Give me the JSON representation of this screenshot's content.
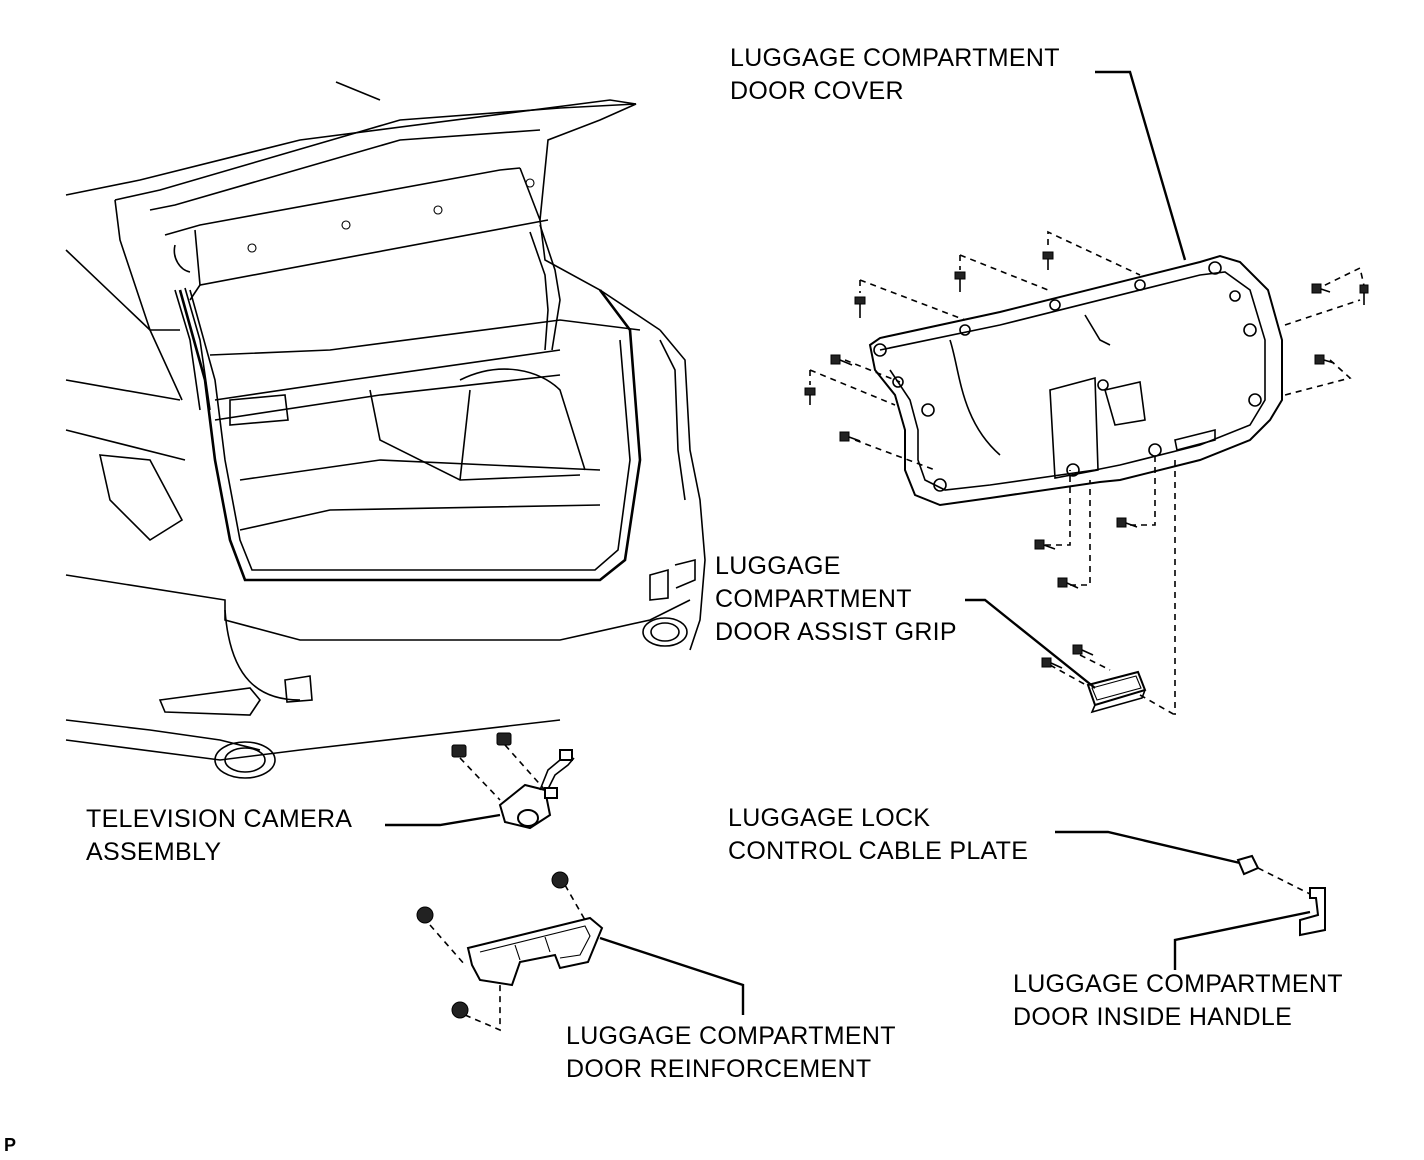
{
  "labels": {
    "door_cover": [
      "LUGGAGE COMPARTMENT",
      "DOOR COVER"
    ],
    "assist_grip": [
      "LUGGAGE",
      "COMPARTMENT",
      "DOOR ASSIST GRIP"
    ],
    "camera": [
      "TELEVISION CAMERA",
      "ASSEMBLY"
    ],
    "cable_plate": [
      "LUGGAGE LOCK",
      "CONTROL CABLE PLATE"
    ],
    "inside_handle": [
      "LUGGAGE COMPARTMENT",
      "DOOR INSIDE HANDLE"
    ],
    "reinforcement": [
      "LUGGAGE COMPARTMENT",
      "DOOR REINFORCEMENT"
    ]
  },
  "corner_mark": "P"
}
